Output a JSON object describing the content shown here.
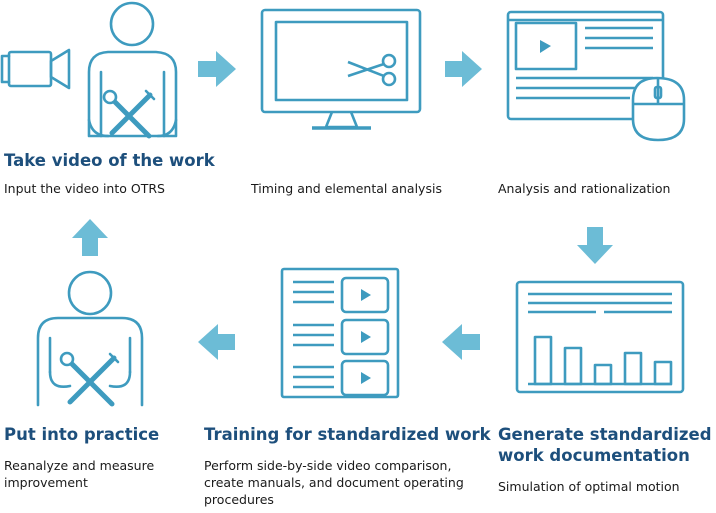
{
  "colors": {
    "icon_outline": "#3e9bbf",
    "arrow": "#6cbcd6",
    "title": "#1d4f7c",
    "text": "#1a1a1a"
  },
  "steps": [
    {
      "icon": "video-camera-worker-icon",
      "title": "Take video of the work",
      "description": "Input the video into OTRS"
    },
    {
      "icon": "monitor-scissors-icon",
      "title": "",
      "description": "Timing and elemental analysis"
    },
    {
      "icon": "video-window-mouse-icon",
      "title": "",
      "description": "Analysis and rationalization"
    },
    {
      "icon": "document-bar-chart-icon",
      "title_line1": "Generate standardized",
      "title_line2": "work documentation",
      "description": "Simulation of optimal motion"
    },
    {
      "icon": "manual-video-list-icon",
      "title": "Training for standardized work",
      "description_line1": "Perform side-by-side video comparison,",
      "description_line2": "create manuals, and document operating",
      "description_line3": "procedures"
    },
    {
      "icon": "worker-tools-icon",
      "title": "Put into practice",
      "description_line1": "Reanalyze and measure",
      "description_line2": "improvement"
    }
  ]
}
